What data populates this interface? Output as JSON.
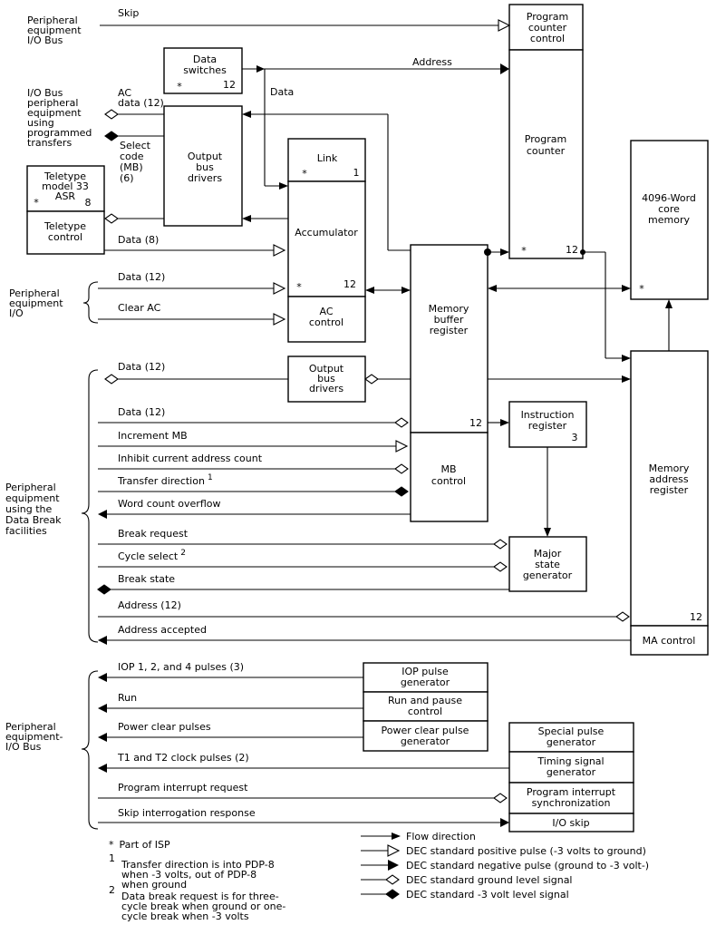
{
  "blocks": {
    "pc_control": [
      "Program",
      "counter",
      "control"
    ],
    "program_counter": [
      "Program",
      "counter"
    ],
    "pc_num": "12",
    "data_switches": "Data switches",
    "data_switches_star": "*",
    "data_switches_num": "12",
    "output_bus_drivers": [
      "Output",
      "bus",
      "drivers"
    ],
    "link": "Link",
    "link_num": "1",
    "accumulator": "Accumulator",
    "acc_num": "12",
    "ac_control": [
      "AC",
      "control"
    ],
    "teletype": [
      "Teletype",
      "model 33",
      "ASR"
    ],
    "teletype_num": "8",
    "teletype_control": [
      "Teletype",
      "control"
    ],
    "core_memory": [
      "4096-Word",
      "core",
      "memory"
    ],
    "mbr": [
      "Memory",
      "buffer",
      "register"
    ],
    "mbr_num": "12",
    "mb_control": [
      "MB",
      "control"
    ],
    "output_bus_drivers_2": [
      "Output",
      "bus",
      "drivers"
    ],
    "instruction_register": [
      "Instruction",
      "register"
    ],
    "ir_num": "3",
    "major_state_generator": [
      "Major",
      "state",
      "generator"
    ],
    "mar": [
      "Memory",
      "address",
      "register"
    ],
    "mar_num": "12",
    "ma_control": "MA control",
    "iop_pulse_generator": [
      "IOP pulse",
      "generator"
    ],
    "run_pause_control": [
      "Run and pause",
      "control"
    ],
    "power_clear_pulse_generator": [
      "Power clear pulse",
      "generator"
    ],
    "special_pulse_generator": [
      "Special pulse",
      "generator"
    ],
    "timing_signal_generator": [
      "Timing signal",
      "generator"
    ],
    "program_interrupt_sync": [
      "Program interrupt",
      "synchronization"
    ],
    "io_skip": "I/O skip"
  },
  "groups": {
    "periph_io_bus_top": [
      "Peripheral",
      "equipment",
      "I/O Bus"
    ],
    "io_bus_programmed": [
      "I/O Bus",
      "peripheral",
      "equipment",
      "using",
      "programmed",
      "transfers"
    ],
    "periph_io": [
      "Peripheral",
      "equipment",
      "I/O"
    ],
    "periph_data_break": [
      "Peripheral",
      "equipment",
      "using the",
      "Data Break",
      "facilities"
    ],
    "periph_io_bus_bottom": [
      "Peripheral",
      "equipment-",
      "I/O Bus"
    ]
  },
  "signals": {
    "skip": "Skip",
    "address": "Address",
    "data": "Data",
    "ac_data": [
      "AC",
      "data (12)"
    ],
    "select_code": [
      "Select",
      "code",
      "(MB)",
      "(6)"
    ],
    "data_8": "Data (8)",
    "data_12_a": "Data (12)",
    "clear_ac": "Clear AC",
    "data_12_b": "Data (12)",
    "data_12_c": "Data (12)",
    "increment_mb": "Increment MB",
    "inhibit": "Inhibit current address count",
    "transfer_direction": "Transfer direction",
    "word_count_overflow": "Word count overflow",
    "break_request": "Break request",
    "cycle_select": "Cycle select",
    "break_state": "Break state",
    "address_12": "Address (12)",
    "address_accepted": "Address accepted",
    "iop_pulses": "IOP 1, 2, and 4 pulses (3)",
    "run": "Run",
    "power_clear_pulses": "Power clear pulses",
    "t1_t2": "T1 and T2 clock pulses (2)",
    "program_interrupt_request": "Program interrupt request",
    "skip_interrogation": "Skip interrogation response"
  },
  "notes": {
    "star": "Part of ISP",
    "note1": [
      "Transfer direction is into PDP-8",
      "when -3 volts, out of PDP-8",
      "when ground"
    ],
    "note2": [
      "Data break request is for three-",
      "cycle break when ground or one-",
      "cycle break when -3 volts"
    ]
  },
  "legend": [
    {
      "symbol": "arrow",
      "label": "Flow direction"
    },
    {
      "symbol": "open-triangle",
      "label": "DEC standard positive pulse (-3 volts to ground)"
    },
    {
      "symbol": "filled-triangle",
      "label": "DEC standard negative pulse (ground to -3 volt-)"
    },
    {
      "symbol": "open-diamond",
      "label": "DEC standard ground level signal"
    },
    {
      "symbol": "filled-diamond",
      "label": "DEC standard -3 volt level signal"
    }
  ]
}
